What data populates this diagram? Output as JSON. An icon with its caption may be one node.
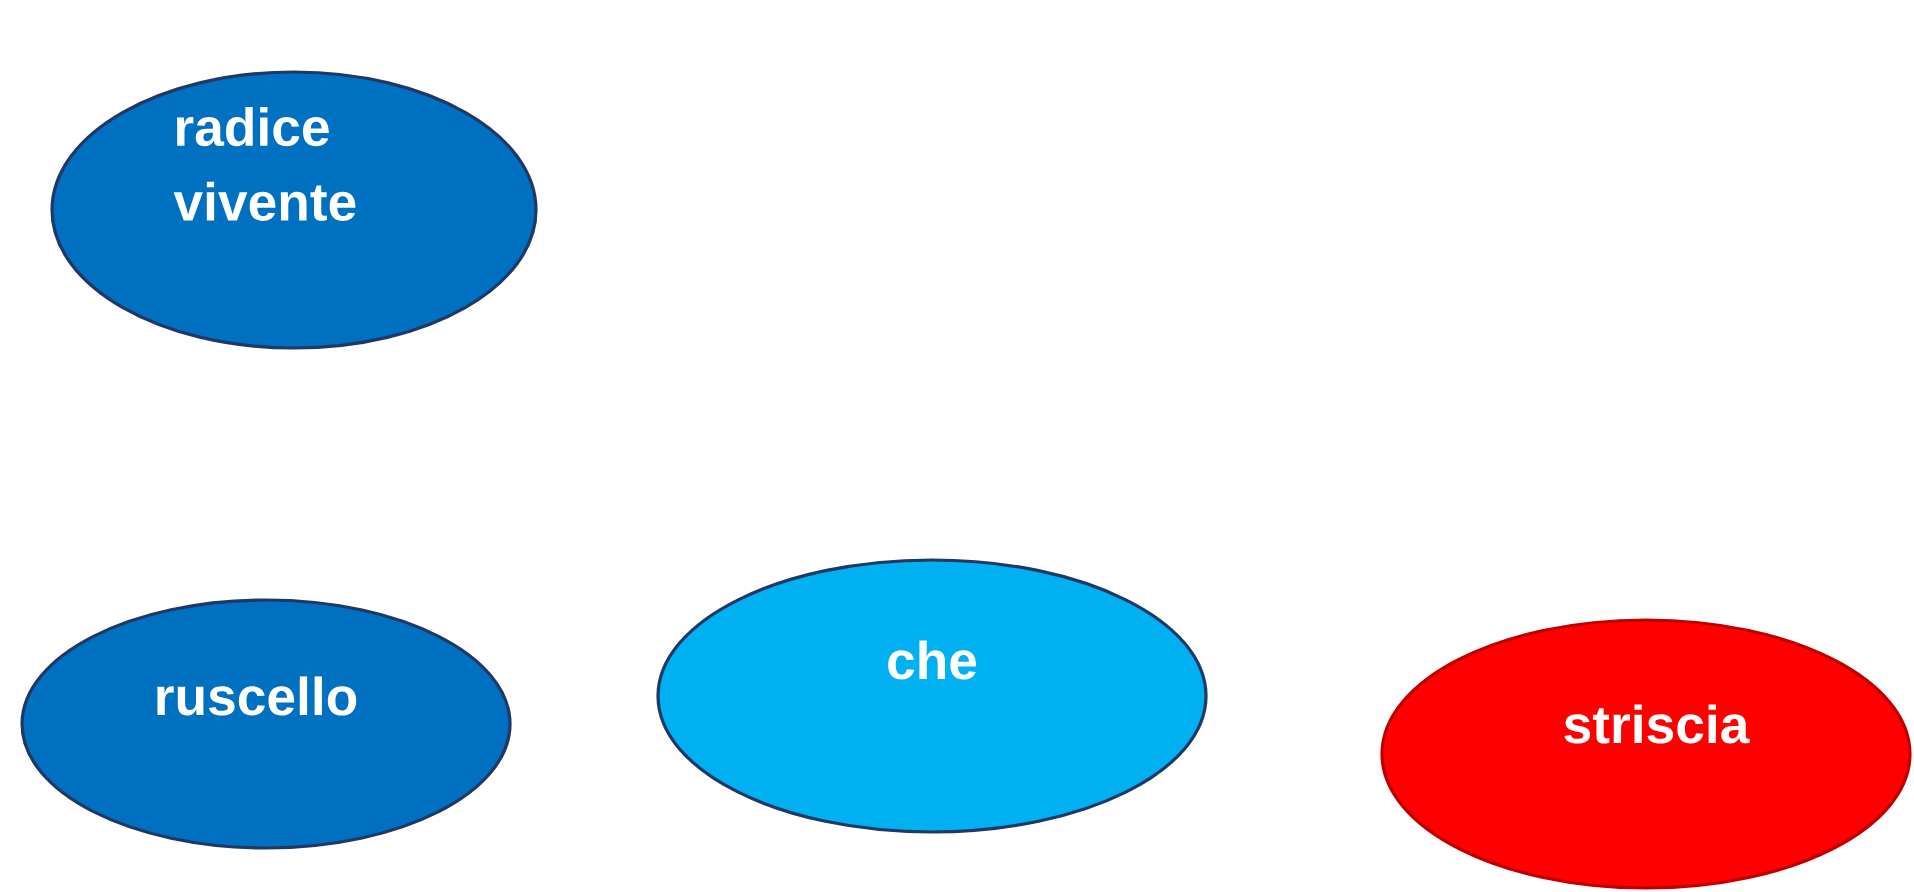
{
  "diagram": {
    "nodes": [
      {
        "text": [
          "radice vivente"
        ]
      },
      {
        "text": [
          "ruscello"
        ]
      },
      {
        "text": [
          "che"
        ]
      },
      {
        "text": [
          "striscia"
        ]
      }
    ]
  }
}
